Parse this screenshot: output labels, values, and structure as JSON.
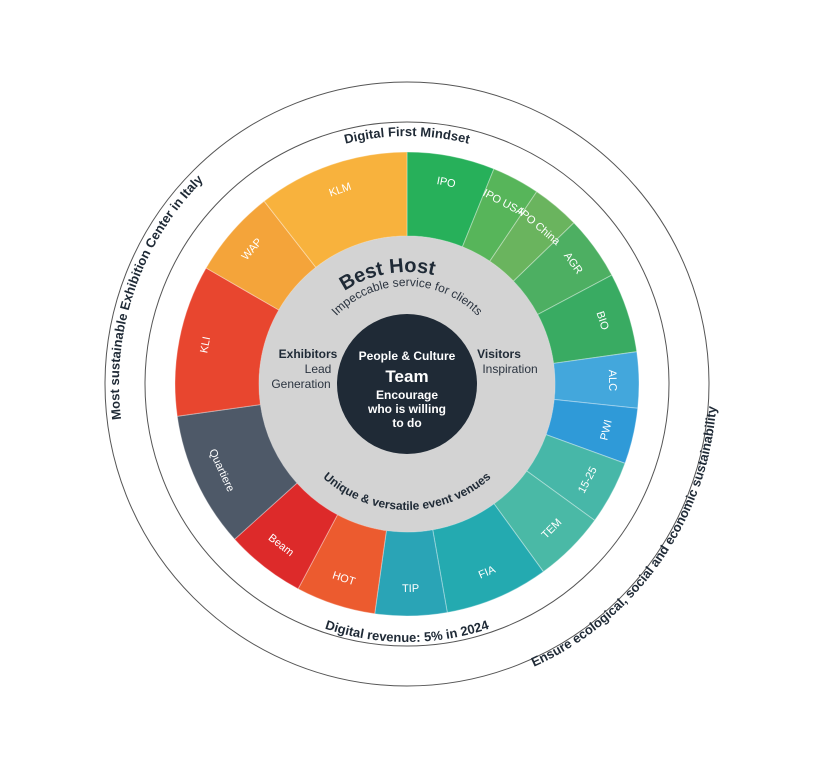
{
  "outer_ring": {
    "left": "Most sustainable Exhibition Center in Italy",
    "top": "Digital First Mindset",
    "bottom": "Digital revenue: 5% in 2024",
    "right": "Ensure ecological, social and economic sustainability"
  },
  "segments": [
    {
      "label": "IPO",
      "color": "#27b05a"
    },
    {
      "label": "IPO USA",
      "color": "#57b55a"
    },
    {
      "label": "IPO China",
      "color": "#6ab45e"
    },
    {
      "label": "AGR",
      "color": "#4daf62"
    },
    {
      "label": "BIO",
      "color": "#39ab62"
    },
    {
      "label": "ALC",
      "color": "#43a7dc"
    },
    {
      "label": "PWI",
      "color": "#2f9ad8"
    },
    {
      "label": "15-25",
      "color": "#47b7a8"
    },
    {
      "label": "TEM",
      "color": "#4ab9a6"
    },
    {
      "label": "FIA",
      "color": "#24aab0"
    },
    {
      "label": "TIP",
      "color": "#2aa4b6"
    },
    {
      "label": "HOT",
      "color": "#ec5b2f"
    },
    {
      "label": "Beam",
      "color": "#dd2a2a"
    },
    {
      "label": "Quartiere",
      "color": "#4e5968"
    },
    {
      "label": "KLI",
      "color": "#e8462f"
    },
    {
      "label": "WAP",
      "color": "#f4a43a"
    },
    {
      "label": "KLM",
      "color": "#f8b23d"
    }
  ],
  "middle": {
    "title": "Best Host",
    "subtitle": "Impeccable service for clients",
    "left_title": "Exhibitors",
    "left_line1": "Lead",
    "left_line2": "Generation",
    "right_title": "Visitors",
    "right_line1": "Inspiration",
    "bottom": "Unique & versatile event venues"
  },
  "core": {
    "title": "People & Culture",
    "big": "Team",
    "line1": "Encourage",
    "line2": "who is willing",
    "line3": "to do"
  },
  "colors": {
    "core_fill": "#1f2a36",
    "middle_fill": "#d3d3d3",
    "ring_stroke": "#555555"
  }
}
